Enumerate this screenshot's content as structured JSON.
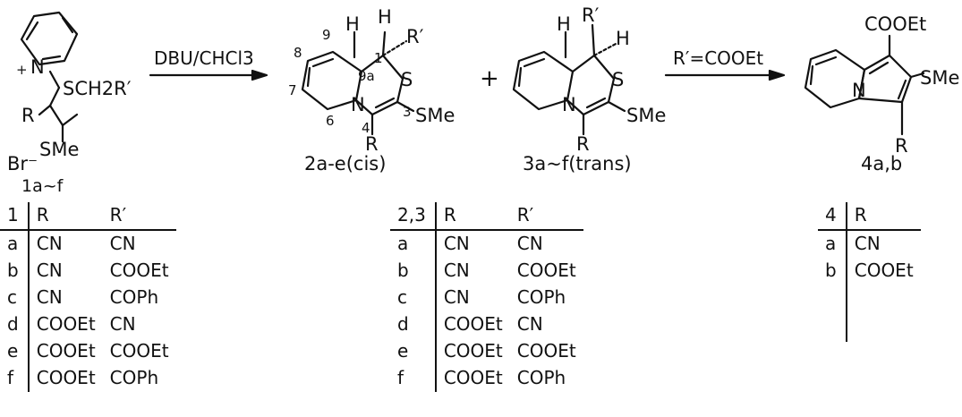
{
  "reaction": {
    "reagents_1": "DBU/CHCl3",
    "reagents_2": "R′=COOEt",
    "plus_sign": "+"
  },
  "compounds": {
    "c1": {
      "id": "1a~f",
      "counterion": "Br⁻",
      "atoms": {
        "n": "N",
        "r": "R",
        "sch2r": "SCH2R′",
        "sme": "SMe"
      }
    },
    "c2": {
      "id": "2a-e(cis)",
      "atoms": {
        "h1": "H",
        "h2": "H",
        "rp": "R′",
        "s": "S",
        "n": "N",
        "sme": "SMe",
        "r": "R"
      },
      "numbering": {
        "n1": "1",
        "n3": "3",
        "n4": "4",
        "n6": "6",
        "n7": "7",
        "n8": "8",
        "n9": "9",
        "n9a": "9a"
      }
    },
    "c3": {
      "id": "3a~f(trans)",
      "atoms": {
        "h1": "H",
        "h2": "H",
        "rp": "R′",
        "s": "S",
        "n": "N",
        "sme": "SMe",
        "r": "R"
      }
    },
    "c4": {
      "id": "4a,b",
      "atoms": {
        "cooet": "COOEt",
        "n": "N",
        "sme": "SMe",
        "r": "R"
      }
    }
  },
  "tables": {
    "t1": {
      "key_header": "1",
      "col1": "R",
      "col2": "R′",
      "rows": [
        {
          "k": "a",
          "r": "CN",
          "rp": "CN"
        },
        {
          "k": "b",
          "r": "CN",
          "rp": "COOEt"
        },
        {
          "k": "c",
          "r": "CN",
          "rp": "COPh"
        },
        {
          "k": "d",
          "r": "COOEt",
          "rp": "CN"
        },
        {
          "k": "e",
          "r": "COOEt",
          "rp": "COOEt"
        },
        {
          "k": "f",
          "r": "COOEt",
          "rp": "COPh"
        }
      ]
    },
    "t2": {
      "key_header": "2,3",
      "col1": "R",
      "col2": "R′",
      "rows": [
        {
          "k": "a",
          "r": "CN",
          "rp": "CN"
        },
        {
          "k": "b",
          "r": "CN",
          "rp": "COOEt"
        },
        {
          "k": "c",
          "r": "CN",
          "rp": "COPh"
        },
        {
          "k": "d",
          "r": "COOEt",
          "rp": "CN"
        },
        {
          "k": "e",
          "r": "COOEt",
          "rp": "COOEt"
        },
        {
          "k": "f",
          "r": "COOEt",
          "rp": "COPh"
        }
      ]
    },
    "t3": {
      "key_header": "4",
      "col1": "R",
      "rows": [
        {
          "k": "a",
          "r": "CN"
        },
        {
          "k": "b",
          "r": "COOEt"
        }
      ]
    }
  }
}
